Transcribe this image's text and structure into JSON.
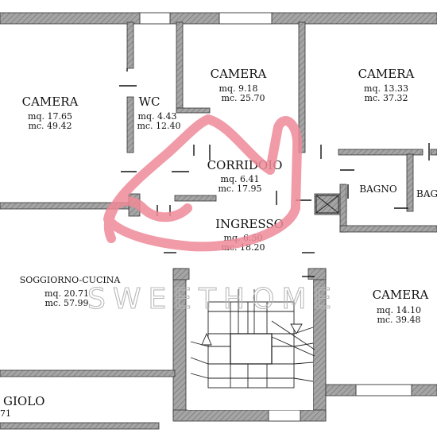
{
  "rooms": {
    "camera_left": {
      "name": "CAMERA",
      "area": "mq. 17.65",
      "volume": "mc. 49.42"
    },
    "wc": {
      "name": "WC",
      "area": "mq. 4.43",
      "volume": "mc. 12.40"
    },
    "camera_center": {
      "name": "CAMERA",
      "area": "mq. 9.18",
      "volume": "mc. 25.70"
    },
    "camera_right": {
      "name": "CAMERA",
      "area": "mq. 13.33",
      "volume": "mc. 37.32"
    },
    "corridoio": {
      "name": "CORRIDOIO",
      "area": "mq. 6.41",
      "volume": "mc. 17.95"
    },
    "bagno": {
      "name": "BAGNO"
    },
    "bagno_partial": {
      "name": "BAG"
    },
    "ingresso": {
      "name": "INGRESSO",
      "area": "mq. 6.50",
      "volume": "mc. 18.20"
    },
    "soggiorno": {
      "name": "SOGGIORNO-CUCINA",
      "area": "mq. 20.71",
      "volume": "mc. 57.99"
    },
    "camera_bottom": {
      "name": "CAMERA",
      "area": "mq. 14.10",
      "volume": "mc. 39.48"
    },
    "balcony": {
      "name": "GIOLO",
      "area": "71"
    }
  },
  "watermark": {
    "text": "SWEETHOME",
    "logo": "house-logo-icon"
  },
  "colors": {
    "wall": "#9a9a9a",
    "logo": "#ee8a98",
    "watermark_text": "#b9b9b9"
  }
}
